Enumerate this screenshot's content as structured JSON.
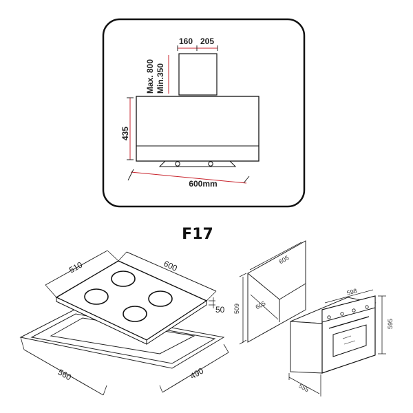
{
  "model": "F17",
  "hood": {
    "dim_chimney_left": "160",
    "dim_chimney_right": "205",
    "dim_max": "Max. 800",
    "dim_min": "Min.350",
    "dim_height": "435",
    "dim_width": "600mm"
  },
  "hob": {
    "dim_depth": "510",
    "dim_width": "600",
    "dim_thickness": "50",
    "dim_cutout_width": "560",
    "dim_cutout_depth": "490"
  },
  "oven": {
    "dim_niche_width": "605",
    "dim_niche_depth": "605",
    "dim_niche_height": "509",
    "dim_oven_width": "598",
    "dim_oven_height": "595",
    "dim_oven_depth": "555"
  },
  "colors": {
    "accent_line": "#c8232c",
    "stroke": "#222222"
  }
}
